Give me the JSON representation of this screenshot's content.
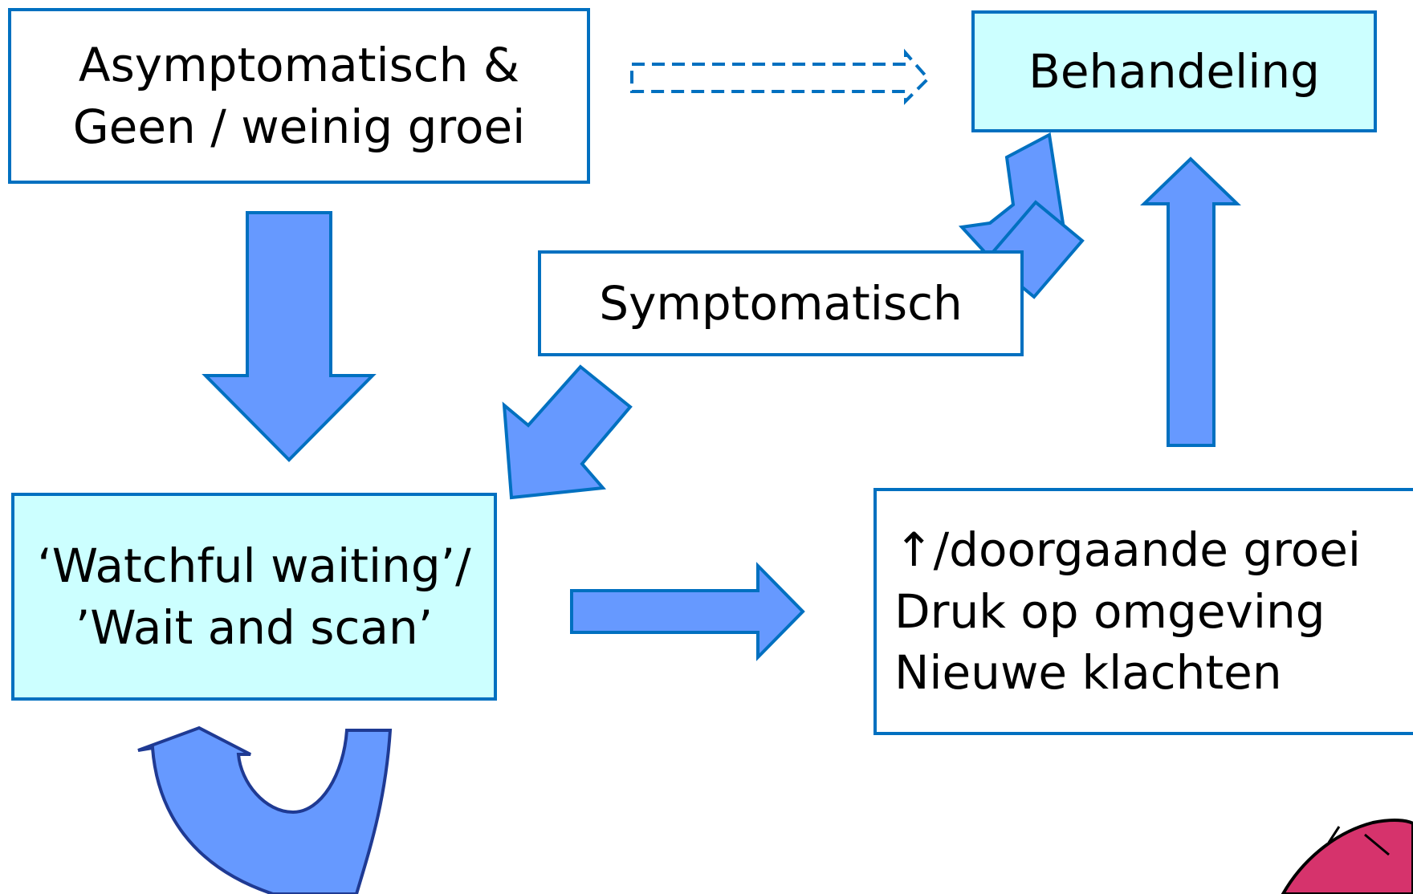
{
  "nodes": {
    "asymptomatic": {
      "lines": [
        "Asymptomatisch &",
        "Geen / weinig groei"
      ]
    },
    "treatment": {
      "label": "Behandeling"
    },
    "symptomatic": {
      "label": "Symptomatisch"
    },
    "watchful": {
      "lines": [
        "‘Watchful waiting’/",
        "’Wait and scan’"
      ]
    },
    "growth": {
      "lines": [
        "↑/doorgaande groei",
        "Druk op omgeving",
        "Nieuwe klachten"
      ]
    }
  },
  "colors": {
    "box_border": "#0070c0",
    "box_highlight_fill": "#ccffff",
    "arrow_fill": "#6699ff",
    "arrow_stroke": "#0070c0",
    "arrow_stroke_dark": "#1f3a93",
    "decor_fill": "#d6336c"
  }
}
